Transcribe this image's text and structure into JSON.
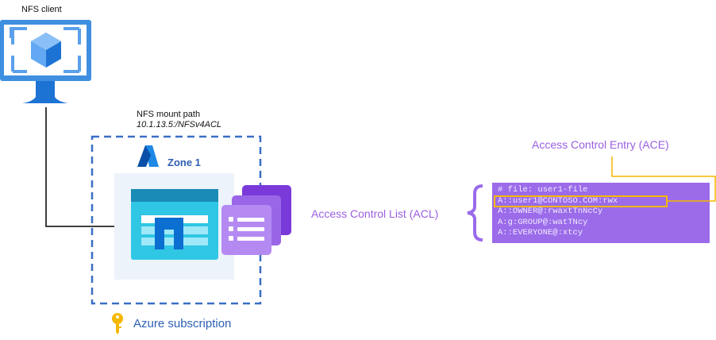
{
  "client": {
    "label": "NFS client"
  },
  "mount": {
    "label": "NFS mount path",
    "path": "10.1.13.5:/NFSv4ACL"
  },
  "zone": {
    "label": "Zone 1"
  },
  "subscription": {
    "label": "Azure subscription"
  },
  "acl": {
    "label": "Access Control List (ACL)",
    "ace_label": "Access Control Entry (ACE)",
    "lines": [
      "# file: user1-file",
      "A::user1@CONTOSO.COM:rwx",
      "A::OWNER@:rwaxtTnNcCy",
      "A:g:GROUP@:watTNcy",
      "A::EVERYONE@:xtcy"
    ]
  },
  "colors": {
    "accent_purple": "#9b6bea",
    "highlight": "#f5b800",
    "dashed_border": "#3a6fc4",
    "text_purple": "#9a5fe0"
  },
  "icons": [
    "virtual-machine-icon",
    "azure-logo-icon",
    "netapp-volume-icon",
    "snapshot-stack-icon",
    "key-icon"
  ]
}
